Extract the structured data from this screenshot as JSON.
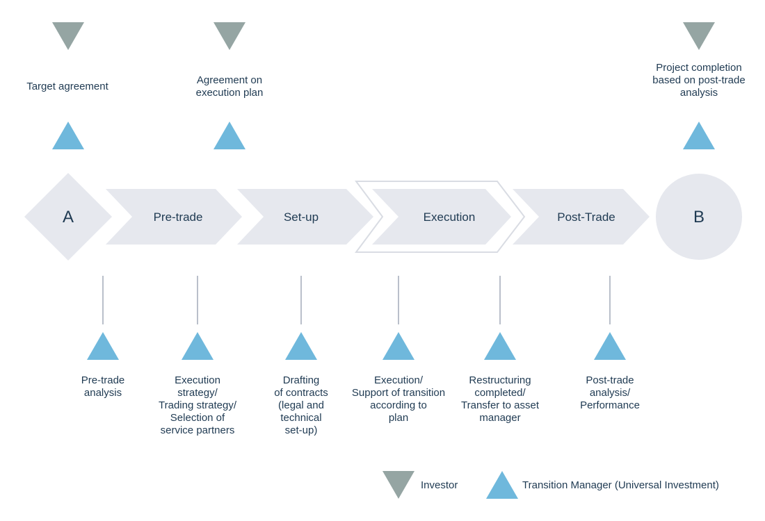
{
  "colors": {
    "investor": "#95a5a3",
    "transition_manager": "#6fb8dc",
    "shape_fill": "#e6e8ee",
    "connector": "#b9bfca",
    "text": "#1f3a52"
  },
  "start_label": "A",
  "end_label": "B",
  "phases": [
    "Pre-trade",
    "Set-up",
    "Execution",
    "Post-Trade"
  ],
  "highlighted_phase": "Execution",
  "milestones": [
    {
      "label": "Target agreement",
      "icon": "investor-triangle-down-icon"
    },
    {
      "label": "Agreement on\nexecution plan",
      "icon": "investor-triangle-down-icon"
    },
    {
      "label": "Project completion\nbased on post-trade\nanalysis",
      "icon": "investor-triangle-down-icon"
    }
  ],
  "tasks": [
    {
      "label": "Pre-trade\nanalysis"
    },
    {
      "label": "Execution\nstrategy/\nTrading strategy/\nSelection of\nservice partners"
    },
    {
      "label": "Drafting\nof contracts\n(legal and\ntechnical\nset-up)"
    },
    {
      "label": "Execution/\nSupport of transition\naccording to\nplan"
    },
    {
      "label": "Restructuring\ncompleted/\nTransfer to asset\nmanager"
    },
    {
      "label": "Post-trade\nanalysis/\nPerformance"
    }
  ],
  "legend": {
    "investor": "Investor",
    "transition_manager": "Transition Manager (Universal Investment)"
  }
}
